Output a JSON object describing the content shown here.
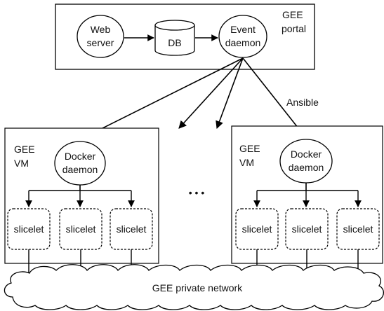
{
  "portal": {
    "label_line1": "GEE",
    "label_line2": "portal",
    "web_server_line1": "Web",
    "web_server_line2": "server",
    "db_label": "DB",
    "event_daemon_line1": "Event",
    "event_daemon_line2": "daemon"
  },
  "ansible_label": "Ansible",
  "ellipsis": "• • •",
  "vms": [
    {
      "label_line1": "GEE",
      "label_line2": "VM",
      "docker_line1": "Docker",
      "docker_line2": "daemon",
      "slicelets": [
        "slicelet",
        "slicelet",
        "slicelet"
      ]
    },
    {
      "label_line1": "GEE",
      "label_line2": "VM",
      "docker_line1": "Docker",
      "docker_line2": "daemon",
      "slicelets": [
        "slicelet",
        "slicelet",
        "slicelet"
      ]
    }
  ],
  "network_label": "GEE private network"
}
